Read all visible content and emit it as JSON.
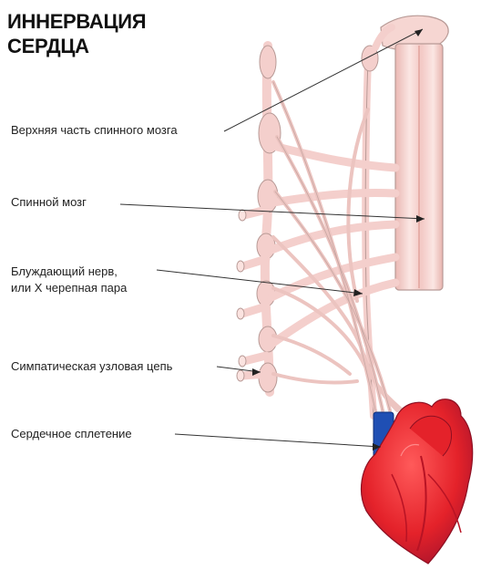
{
  "title": {
    "line1": "ИННЕРВАЦИЯ",
    "line2": "СЕРДЦА"
  },
  "labels": {
    "upper_spinal": "Верхняя часть спинного мозга",
    "spinal_cord": "Спинной мозг",
    "vagus_line1": "Блуждающий нерв,",
    "vagus_line2": "или X черепная пара",
    "sympathetic": "Симпатическая узловая цепь",
    "cardiac_plexus": "Сердечное сплетение"
  },
  "colors": {
    "nerve_fill": "#f4cfcc",
    "nerve_stroke": "#b89a96",
    "cord_stripe": "#fbe6e3",
    "heart_red": "#e4222a",
    "heart_dark": "#a3122c",
    "vessel_blue": "#1f4fb4",
    "annotation_line": "#333333"
  }
}
